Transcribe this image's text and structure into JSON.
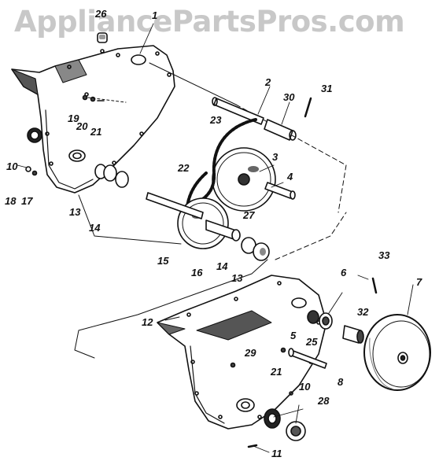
{
  "watermark": "AppliancePartsPros.com",
  "colors": {
    "ink": "#111111",
    "watermark": "#c8c8c8",
    "shade": "#777777",
    "background": "#ffffff"
  },
  "callouts": [
    {
      "id": "26",
      "text": "26"
    },
    {
      "id": "1",
      "text": "1"
    },
    {
      "id": "2",
      "text": "2"
    },
    {
      "id": "30",
      "text": "30"
    },
    {
      "id": "31",
      "text": "31"
    },
    {
      "id": "23",
      "text": "23"
    },
    {
      "id": "19",
      "text": "19"
    },
    {
      "id": "20",
      "text": "20"
    },
    {
      "id": "21a",
      "text": "21"
    },
    {
      "id": "3",
      "text": "3"
    },
    {
      "id": "10a",
      "text": "10"
    },
    {
      "id": "22",
      "text": "22"
    },
    {
      "id": "4",
      "text": "4"
    },
    {
      "id": "18",
      "text": "18"
    },
    {
      "id": "17",
      "text": "17"
    },
    {
      "id": "13a",
      "text": "13"
    },
    {
      "id": "14a",
      "text": "14"
    },
    {
      "id": "27",
      "text": "27"
    },
    {
      "id": "15",
      "text": "15"
    },
    {
      "id": "16",
      "text": "16"
    },
    {
      "id": "14b",
      "text": "14"
    },
    {
      "id": "13b",
      "text": "13"
    },
    {
      "id": "33",
      "text": "33"
    },
    {
      "id": "6",
      "text": "6"
    },
    {
      "id": "7",
      "text": "7"
    },
    {
      "id": "12",
      "text": "12"
    },
    {
      "id": "32",
      "text": "32"
    },
    {
      "id": "5",
      "text": "5"
    },
    {
      "id": "25",
      "text": "25"
    },
    {
      "id": "29",
      "text": "29"
    },
    {
      "id": "21b",
      "text": "21"
    },
    {
      "id": "8",
      "text": "8"
    },
    {
      "id": "10b",
      "text": "10"
    },
    {
      "id": "28",
      "text": "28"
    },
    {
      "id": "11",
      "text": "11"
    }
  ]
}
